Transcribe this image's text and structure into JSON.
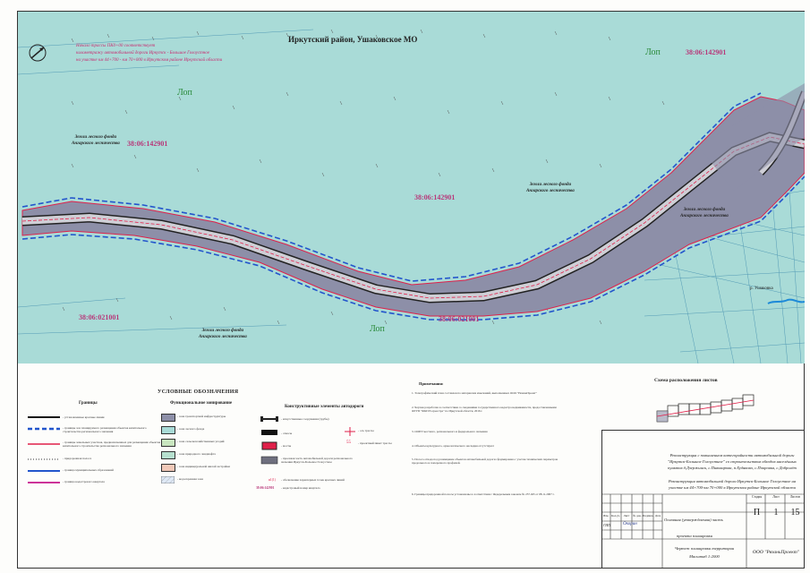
{
  "map": {
    "title": "Иркутский район, Ушаковское МО",
    "parcels": [
      "38:06:142901",
      "38:06:142901",
      "38:06:142901",
      "38:06:021001",
      "38:06:021001"
    ],
    "lop": [
      "Лоп",
      "Лоп",
      "Лоп"
    ],
    "forest_labels": [
      [
        "Земли лесного фонда",
        "Ангарского лесничества"
      ],
      [
        "Земли лесного фонда",
        "Ангарского лесничества"
      ],
      [
        "Земли лесного фонда",
        "Ангарского лесничества"
      ],
      [
        "Земли лесного фонда",
        "Ангарского лесничества"
      ]
    ],
    "river": "р. Ушаковка",
    "route_note": [
      "Начало трассы ПК0+00 соответствует",
      "километражу автомобильной дороги Иркутск - Большое Голоустное",
      "на участке км 44+700 - км 70+000 в Иркутском районе Иркутской области"
    ],
    "colors": {
      "bg": "#a9dbd7",
      "zone": "#8d8fa8",
      "red": "#e0204a",
      "blue": "#2255cc",
      "magenta": "#cc3399"
    }
  },
  "legend": {
    "title": "УСЛОВНЫЕ ОБОЗНАЧЕНИЯ",
    "granicy": {
      "title": "Границы",
      "items": [
        "- установленные красные линии",
        "- границы зон планируемого размещения объектов капитального строительства регионального значения",
        "- границы земельных участков, предназначенных для размещения объектов капитального строительства регионального значения",
        "- придорожная полоса",
        "- граница муниципальных образований",
        "- граница кадастрового квартала"
      ]
    },
    "func": {
      "title": "Функциональное зонирование",
      "items": [
        "- зона транспортной инфраструктуры",
        "- зона лесного фонда",
        "- зона сельскохозяйственных угодий",
        "- зона природного ландшафта",
        "- зона индивидуальной жилой застройки",
        "- водоохранная зона"
      ]
    },
    "konstr": {
      "title": "Конструктивные элементы автодороги",
      "items": [
        "- искусственные сооружения (трубы)",
        "- откосы",
        "- мосты",
        "- проезжая часть автомобильной дороги регионального значения Иркутск-Большое Голоустное",
        "- ось трассы",
        "- проектный пикет трассы"
      ],
      "extra": [
        "- обозначение характерных точек красных линий",
        "- кадастровый номер квартала"
      ],
      "symbol_code": "38:06:142901",
      "symbol_point": "н1(1)",
      "pk_mark": "55"
    }
  },
  "notes": {
    "title": "Примечания:",
    "items": [
      "1. Топографический план составлен по материалам изысканий, выполненных ООО \"РязаньПроект\"",
      "2. Чертеж разработан в соответствии со сведениями государственного кадастра недвижимости, предоставленными ФГУП \"ФКП Росреестра\" по Иркутской области, 2016 г.",
      "3. ООПТ местного, регионального и федерального значения",
      "4. Объекты культурного, археологического наследия отсутствуют",
      "5. Полоса отвода под размещение объектов автомобильной дороги сформирована с учетом технических параметров продольного и поперечного профилей.",
      "6. Границы придорожной полосы установлены в соответствии с Федеральным законом № 257-ФЗ от 08.11.2007 г."
    ]
  },
  "scheme": {
    "title": "Схема расположения листов"
  },
  "stamp": {
    "description": "Реконструкция с повышением категорийности автомобильной дороги \"Иркутск-Большое Голоустное\" со строительством обходов населённых пунктов д.Дзержинск, с.Пивоварова, п.Худяково, с.Покровка, с.Добролёт",
    "object": "Реконструкция автомобильной дороги Иркутск-Большое Голоустное на участке км 44+700-км 70+000 в Иркутском районе Иркутской области",
    "headers": [
      "Изм.",
      "Кол.уч.",
      "Лист",
      "№ док.",
      "Подпись",
      "Дата"
    ],
    "row": [
      "ГИП",
      "Окорин"
    ],
    "sheet_title": [
      "Основная (утверждаемая) часть",
      "проекта планировки"
    ],
    "stadiya_header": [
      "Стадия",
      "Лист",
      "Листов"
    ],
    "stadiya": [
      "П",
      "1",
      "15"
    ],
    "drawing": [
      "Чертеж планировки территории",
      "Масштаб 1:2000"
    ],
    "org": "ООО \"РязаньПроект\""
  }
}
